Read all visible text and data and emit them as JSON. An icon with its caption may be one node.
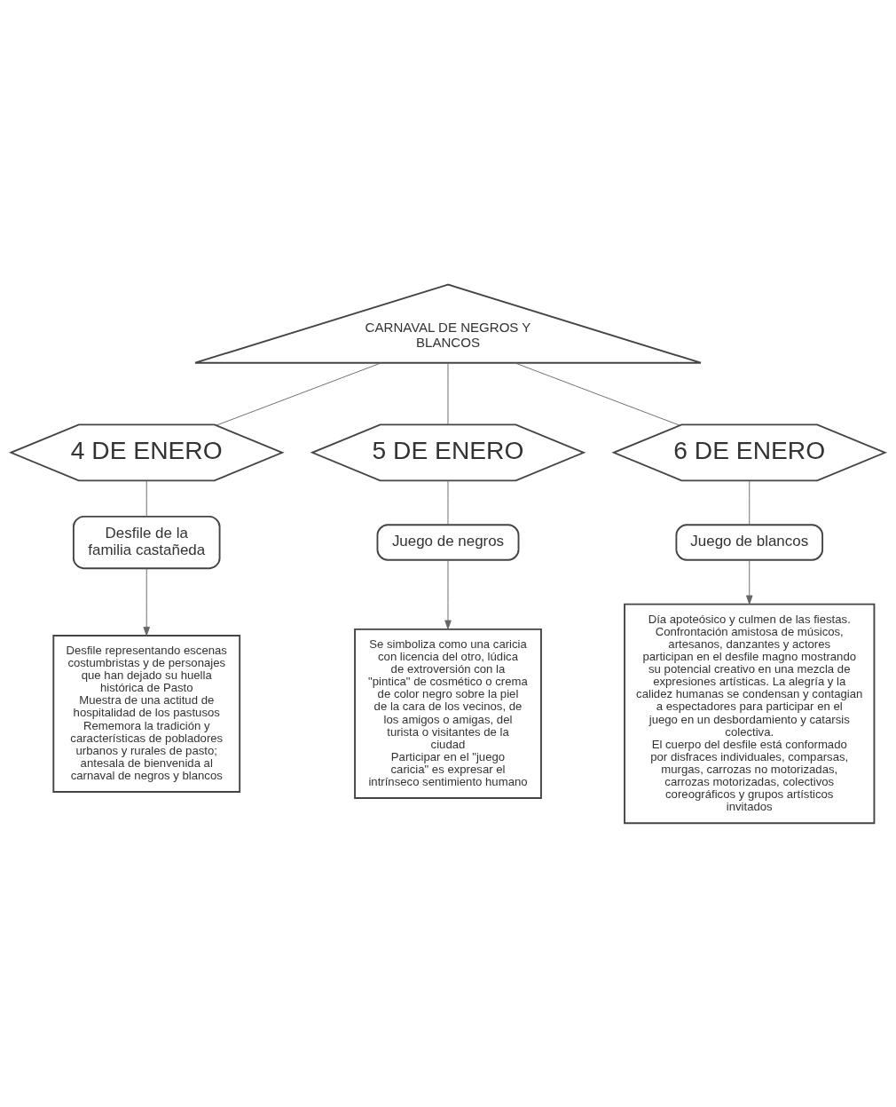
{
  "diagram": {
    "nodes": [
      {
        "text": [
          "CARNAVAL DE NEGROS Y BLANCOS"
        ]
      },
      {
        "text": [
          "4 DE ENERO"
        ]
      },
      {
        "text": [
          "5 DE ENERO"
        ]
      },
      {
        "text": [
          "6 DE ENERO"
        ]
      },
      {
        "text": [
          "Desfile de la familia castañeda"
        ]
      },
      {
        "text": [
          "Juego de negros"
        ]
      },
      {
        "text": [
          "Juego de blancos"
        ]
      },
      {
        "text": [
          "Desfile representando escenas costumbristas y de personajes que han dejado su huella histórica de Pasto",
          "Muestra de una actitud de hospitalidad de los pastusos",
          "Rememora la tradición y características de pobladores urbanos y rurales de pasto; antesala de bienvenida al carnaval de negros y blancos"
        ]
      },
      {
        "text": [
          "Se simboliza como una caricia con licencia del otro, lúdica de extroversión con la \"pintica\" de cosmético o crema de color negro sobre la piel de la cara de los vecinos, de los amigos o amigas, del turista o visitantes de la ciudad",
          "Participar en el \"juego caricia\" es expresar el intrínseco sentimiento humano"
        ]
      },
      {
        "text": [
          "Día apoteósico y culmen de las fiestas. Confrontación amistosa de músicos, artesanos, danzantes y actores participan en el desfile magno mostrando su potencial creativo en una mezcla de expresiones artísticas. La alegría y la calidez humanas se condensan y contagian a espectadores para participar en el juego en un desbordamiento y catarsis colectiva.",
          "El cuerpo del desfile está conformado por disfraces individuales, comparsas, murgas, carrozas no motorizadas, carrozas motorizadas, colectivos coreográficos y grupos artísticos invitados"
        ]
      }
    ],
    "edges": [
      {
        "from": 0,
        "to": 1,
        "arrow": "none"
      },
      {
        "from": 0,
        "to": 2,
        "arrow": "none"
      },
      {
        "from": 0,
        "to": 3,
        "arrow": "none"
      },
      {
        "from": 1,
        "to": 4,
        "arrow": "none"
      },
      {
        "from": 2,
        "to": 5,
        "arrow": "none"
      },
      {
        "from": 3,
        "to": 6,
        "arrow": "none"
      },
      {
        "from": 4,
        "to": 7,
        "arrow": "to"
      },
      {
        "from": 5,
        "to": 8,
        "arrow": "to"
      },
      {
        "from": 6,
        "to": 9,
        "arrow": "to"
      }
    ]
  }
}
